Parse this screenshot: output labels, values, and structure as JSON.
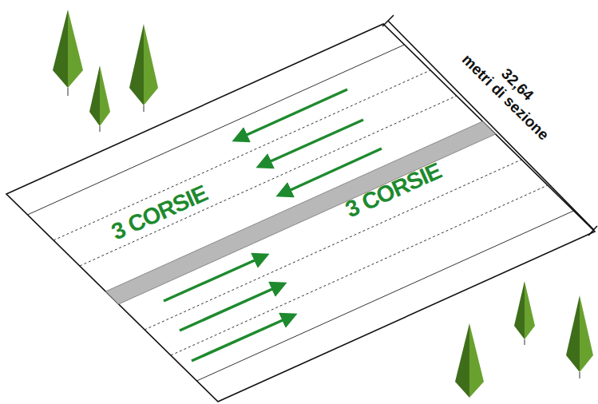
{
  "diagram": {
    "labels": [
      "3 CORSIE",
      "3 CORSIE",
      "32,64",
      "metri di sezione"
    ]
  }
}
